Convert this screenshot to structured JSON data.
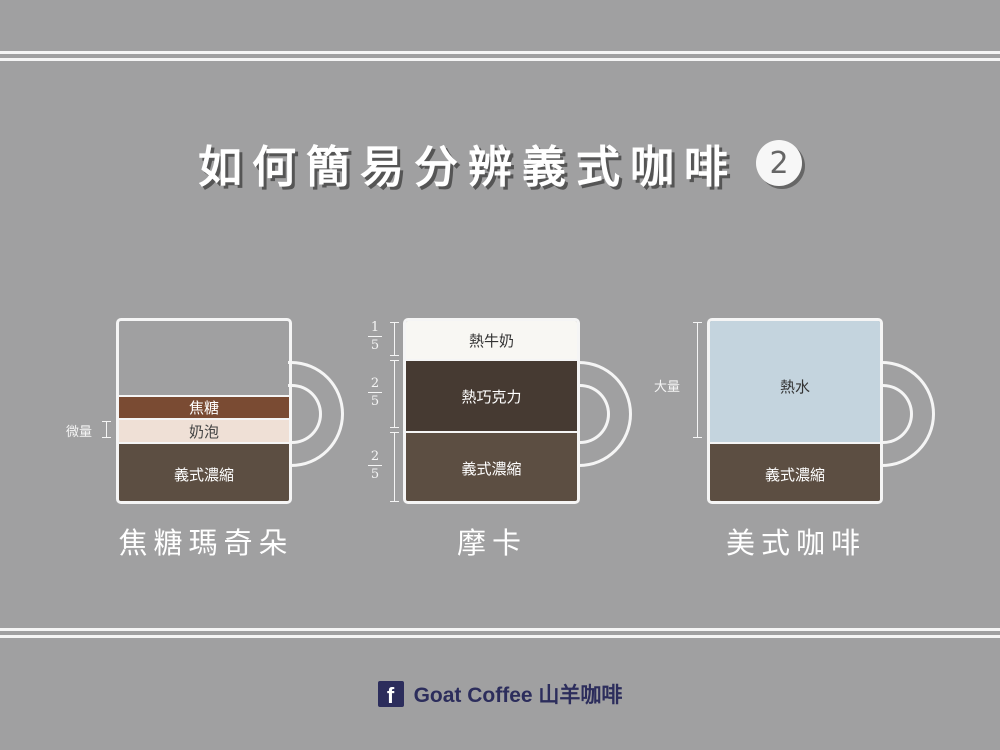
{
  "title": {
    "text": "如何簡易分辨義式咖啡",
    "number": "2"
  },
  "mugs": {
    "macchiato": {
      "name": "焦糖瑪奇朵",
      "side_label": "微量",
      "layers": {
        "caramel": "焦糖",
        "foam": "奶泡",
        "espresso": "義式濃縮"
      }
    },
    "mocha": {
      "name": "摩卡",
      "layers": {
        "milk": "熱牛奶",
        "chocolate": "熱巧克力",
        "espresso": "義式濃縮"
      },
      "fractions": [
        {
          "num": "1",
          "den": "5"
        },
        {
          "num": "2",
          "den": "5"
        },
        {
          "num": "2",
          "den": "5"
        }
      ]
    },
    "americano": {
      "name": "美式咖啡",
      "side_label": "大量",
      "layers": {
        "water": "熱水",
        "espresso": "義式濃縮"
      }
    }
  },
  "colors": {
    "background": "#a0a0a1",
    "espresso": "#5c4e42",
    "caramel": "#7a4b33",
    "foam": "#efe0d6",
    "milk": "#f8f7f3",
    "chocolate": "#463a32",
    "water": "#c4d4de",
    "brand": "#2c2d5c"
  },
  "footer": {
    "icon": "facebook-icon",
    "icon_glyph": "f",
    "brand": "Goat Coffee",
    "brand_cn": "山羊咖啡"
  }
}
